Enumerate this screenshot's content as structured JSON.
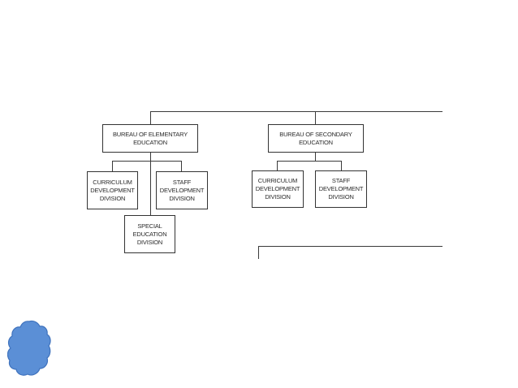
{
  "colors": {
    "line": "#3a3a3a",
    "box_border": "#333333",
    "shape_fill": "#5b8fd6",
    "shape_stroke": "#3f72bd"
  },
  "org_chart": {
    "elementary": {
      "bureau": "BUREAU OF ELEMENTARY\nEDUCATION",
      "curriculum": "CURRICULUM\nDEVELOPMENT\nDIVISION",
      "staff": "STAFF\nDEVELOPMENT\nDIVISION",
      "special": "SPECIAL\nEDUCATION\nDIVISION"
    },
    "secondary": {
      "bureau": "BUREAU OF SECONDARY\nEDUCATION",
      "curriculum": "CURRICULUM\nDEVELOPMENT\nDIVISION",
      "staff": "STAFF\nDEVELOPMENT\nDIVISION"
    }
  },
  "decorations": {
    "shape_icon": "cloud-shape"
  }
}
